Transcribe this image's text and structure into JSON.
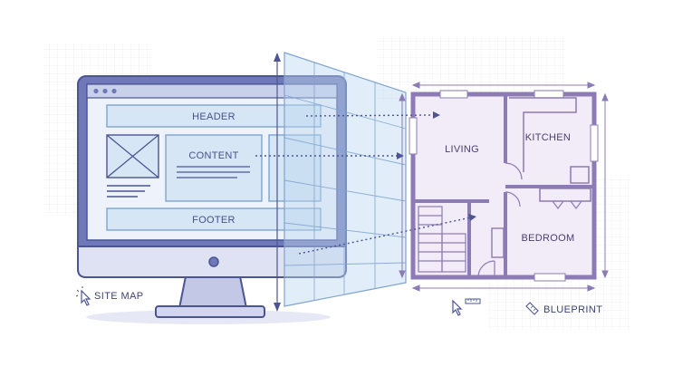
{
  "sitemap": {
    "blocks": {
      "header": "HEADER",
      "content": "CONTENT",
      "footer": "FOOTER"
    }
  },
  "blueprint": {
    "rooms": {
      "living": "LIVING",
      "kitchen": "KITCHEN",
      "bedroom": "BEDROOM"
    }
  },
  "captions": {
    "site_map": "SITE MAP",
    "blueprint": "BLUEPRINT"
  },
  "icons": [
    "cursor-icon",
    "ruler-icon",
    "image-placeholder-icon"
  ],
  "colors": {
    "navy": "#4b5594",
    "monitor_frame": "#6f78b8",
    "screen": "#eef2fb",
    "block_fill": "#d7e6f5",
    "block_stroke": "#7ea4cf",
    "plan_wall": "#8c7bb4",
    "plan_floor": "#f1ecf7",
    "projection": "#bcd6ef",
    "grid": "#e9ebef"
  }
}
